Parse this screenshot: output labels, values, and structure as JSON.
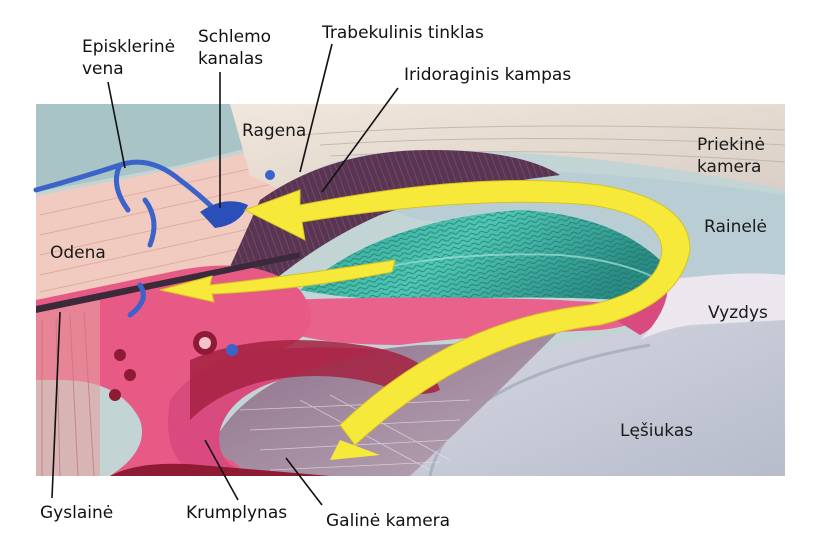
{
  "labels": {
    "episklerine_vena": [
      "Episklerinė",
      "vena"
    ],
    "schlemo_kanalas": [
      "Schlemo",
      "kanalas"
    ],
    "trabekulinis_tinklas": "Trabekulinis tinklas",
    "iridoraginis_kampas": "Iridoraginis kampas",
    "ragena": "Ragena",
    "priekine_kamera": [
      "Priekinė",
      "kamera"
    ],
    "rainele": "Rainelė",
    "odena": "Odena",
    "vyzdys": "Vyzdys",
    "lesiukas": "Lęšiukas",
    "gyslaine": "Gyslainė",
    "krumplynas": "Krumplynas",
    "galine_kamera": "Galinė kamera"
  },
  "colors": {
    "aqueous_arrow": "#f7e93a",
    "sclera": "#f3cfc4",
    "cornea": "#e6ddd4",
    "iris_teal": "#3fb8a6",
    "ciliary_pink": "#e85a86",
    "vein_blue": "#3c63c9",
    "chamber_blue": "#b9cfd6",
    "lens": "#c9cdd9"
  }
}
